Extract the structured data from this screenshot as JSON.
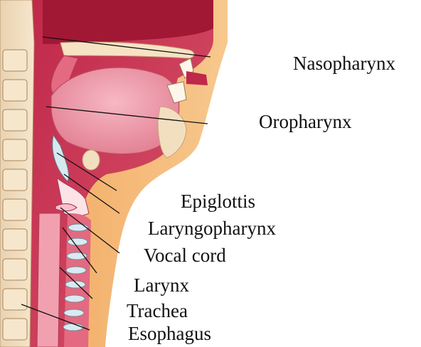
{
  "labels": {
    "nasopharynx": "Nasopharynx",
    "oropharynx": "Oropharynx",
    "epiglottis": "Epiglottis",
    "laryngopharynx": "Laryngopharynx",
    "vocal_cord": "Vocal cord",
    "larynx": "Larynx",
    "trachea": "Trachea",
    "esophagus": "Esophagus"
  },
  "colors": {
    "mucosa_dark": "#b01e3c",
    "mucosa_mid": "#d9485e",
    "mucosa_light": "#f4a8b6",
    "bone": "#f2dfc0",
    "cartilage": "#f5c47a",
    "airway_pale": "#fbe3e8",
    "outline": "#6a4a3a"
  }
}
